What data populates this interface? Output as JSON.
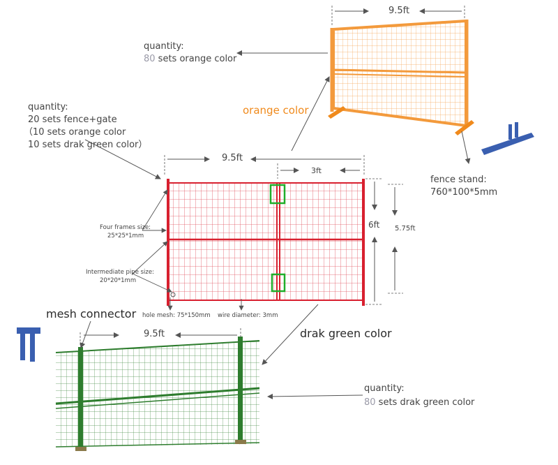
{
  "colors": {
    "orange": "#f39a3c",
    "orange_label": "#f08a1c",
    "red": "#d8202f",
    "green": "#2e7d2e",
    "green_highlight": "#1fae2a",
    "blue": "#3a5fb0",
    "arrow": "#555555"
  },
  "orange_fence": {
    "width_label": "9.5ft",
    "quantity_title": "quantity:",
    "quantity_number": "80",
    "quantity_text": " sets orange color",
    "color_label": "orange color"
  },
  "fence_stand": {
    "title": "fence stand:",
    "size": "760*100*5mm",
    "icon": "fence-stand-icon"
  },
  "red_fence": {
    "quantity_title": "quantity:",
    "quantity_line1": "20 sets fence+gate",
    "quantity_line2": "（10 sets orange color",
    "quantity_line3": " 10 sets drak green color）",
    "width_label": "9.5ft",
    "gate_width_label": "3ft",
    "height_label": "6ft",
    "mesh_height_label": "5.75ft",
    "frame_size_title": "Four frames size:",
    "frame_size_value": "25*25*1mm",
    "pipe_size_title": "Intermediate pipe size:",
    "pipe_size_value": "20*20*1mm",
    "hole_mesh": "hole mesh: 75*150mm",
    "wire_diameter": "wire diameter: 3mm"
  },
  "green_fence": {
    "connector_label": "mesh connector",
    "connector_icon": "mesh-connector-icon",
    "width_label": "9.5ft",
    "color_label": "drak green color",
    "quantity_title": "quantity:",
    "quantity_number": "80",
    "quantity_text": " sets drak green color"
  }
}
